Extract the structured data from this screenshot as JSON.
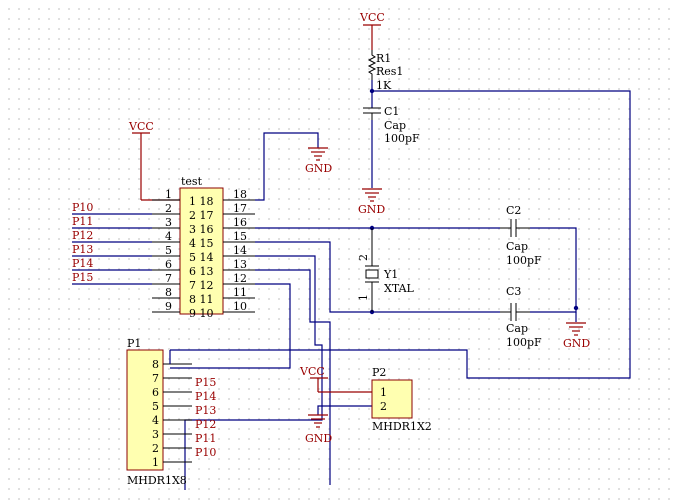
{
  "power": {
    "vcc": "VCC",
    "gnd": "GND"
  },
  "r1": {
    "designator": "R1",
    "comment": "Res1",
    "value": "1K"
  },
  "c1": {
    "designator": "C1",
    "comment": "Cap",
    "value": "100pF"
  },
  "c2": {
    "designator": "C2",
    "comment": "Cap",
    "value": "100pF"
  },
  "c3": {
    "designator": "C3",
    "comment": "Cap",
    "value": "100pF"
  },
  "y1": {
    "designator": "Y1",
    "comment": "XTAL",
    "pin1": "1",
    "pin2": "2"
  },
  "u1": {
    "name": "test",
    "left_pins": [
      "1",
      "2",
      "3",
      "4",
      "5",
      "6",
      "7",
      "8",
      "9"
    ],
    "right_pins": [
      "18",
      "17",
      "16",
      "15",
      "14",
      "13",
      "12",
      "11",
      "10"
    ],
    "inner": [
      "1 18",
      "2 17",
      "3 16",
      "4 15",
      "5 14",
      "6 13",
      "7 12",
      "8 11",
      "9 10"
    ]
  },
  "net_labels_left": [
    "P10",
    "P11",
    "P12",
    "P13",
    "P14",
    "P15"
  ],
  "p1": {
    "designator": "P1",
    "comment": "MHDR1X8",
    "pins": [
      "8",
      "7",
      "6",
      "5",
      "4",
      "3",
      "2",
      "1"
    ],
    "nets": [
      "P15",
      "P14",
      "P13",
      "P12",
      "P11",
      "P10"
    ]
  },
  "p2": {
    "designator": "P2",
    "comment": "MHDR1X2",
    "pins": [
      "1",
      "2"
    ]
  }
}
